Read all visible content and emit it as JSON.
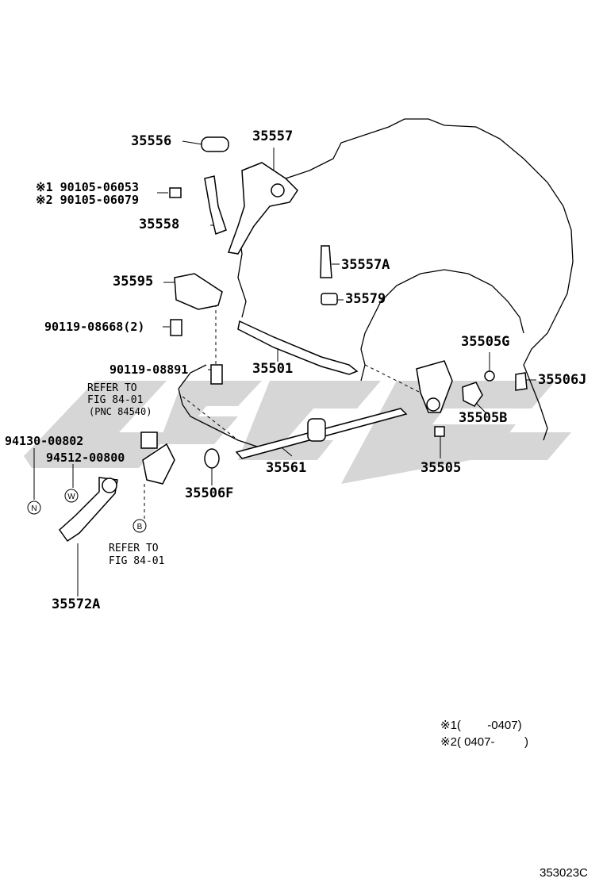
{
  "parts": {
    "p35556": "35556",
    "p35557": "35557",
    "bolt1": "※1 90105-06053",
    "bolt2": "※2 90105-06079",
    "p35558": "35558",
    "p35557A": "35557A",
    "p35595": "35595",
    "p35579": "35579",
    "p90119_08668": "90119-08668(2)",
    "p35505G": "35505G",
    "p90119_08891": "90119-08891",
    "p35501": "35501",
    "p35506J": "35506J",
    "p35505B": "35505B",
    "p94130": "94130-00802",
    "p94512": "94512-00800",
    "p35561": "35561",
    "p35505": "35505",
    "p35506F": "35506F",
    "p35572A": "35572A"
  },
  "references": {
    "ref1_line1": "REFER TO",
    "ref1_line2": "FIG 84-01",
    "ref1_line3": "(PNC 84540)",
    "ref2_line1": "REFER TO",
    "ref2_line2": "FIG 84-01"
  },
  "markers": {
    "N": "N",
    "W": "W",
    "B": "B"
  },
  "notes": {
    "note1": "※1(        -0407)",
    "note2": "※2( 0407-         )"
  },
  "figure_code": "353023C",
  "colors": {
    "line": "#000000",
    "watermark": "#d3d3d3"
  }
}
